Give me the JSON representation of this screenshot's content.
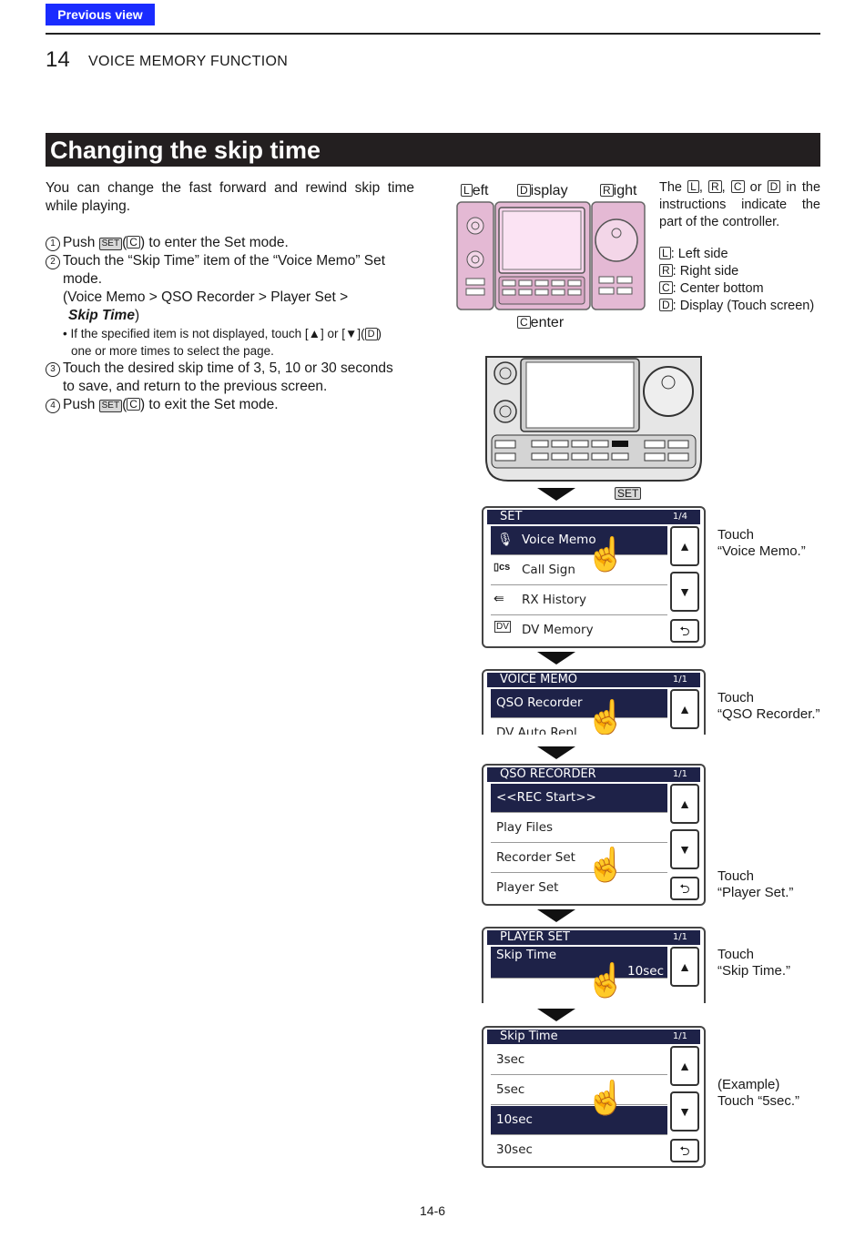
{
  "header": {
    "previous_view": "Previous view",
    "chapter_number": "14",
    "chapter_title": "VOICE MEMORY FUNCTION"
  },
  "section_title": "Changing the skip time",
  "intro": {
    "line1": "You can change the fast forward and rewind skip time",
    "line2": "while playing."
  },
  "steps": {
    "s1": {
      "num": "1",
      "pre": "Push ",
      "key": "SET",
      "mid": "(",
      "c": "C",
      "post": ") to enter the Set mode."
    },
    "s2": {
      "num": "2",
      "line1": "Touch the “Skip Time” item of the “Voice Memo” Set",
      "line2": "mode.",
      "line3": "(Voice Memo > QSO Recorder > Player Set >",
      "line4_bold": "Skip Time",
      "line4_end": ")"
    },
    "note": {
      "line1a": "• If the specified item is not displayed, touch [▲] or [▼](",
      "d": "D",
      "line1b": ")",
      "line2": "one or more times to select the page."
    },
    "s3": {
      "num": "3",
      "line1": "Touch the desired skip time of 3, 5, 10 or 30 seconds",
      "line2": "to save, and return to the previous screen."
    },
    "s4": {
      "num": "4",
      "pre": "Push ",
      "key": "SET",
      "mid": "(",
      "c": "C",
      "post": ") to exit the Set mode."
    }
  },
  "controller": {
    "left_key": "L",
    "left_rest": "eft",
    "display_key": "D",
    "display_rest": "isplay",
    "right_key": "R",
    "right_rest": "ight",
    "center_key": "C",
    "center_rest": "enter"
  },
  "legend": {
    "intro_pre": "The ",
    "l": "L",
    "r": "R",
    "c": "C",
    "d": "D",
    "intro_mid1": ", ",
    "intro_mid2": ", ",
    "intro_or": " or ",
    "intro_post": " in the",
    "line2": "instructions indicate the",
    "line3": "part of the controller.",
    "l_desc": ": Left side",
    "r_desc": ": Right side",
    "c_desc": ": Center bottom",
    "d_desc": ": Display (Touch screen)"
  },
  "set_key_label": "SET",
  "screens": {
    "set": {
      "title": "SET",
      "page": "1/4",
      "items": [
        "Voice Memo",
        "Call Sign",
        "RX History",
        "DV Memory"
      ]
    },
    "voice_memo": {
      "title": "VOICE MEMO",
      "page": "1/1",
      "items": [
        "QSO Recorder",
        "DV Auto Repl"
      ]
    },
    "qso_recorder": {
      "title": "QSO RECORDER",
      "page": "1/1",
      "items": [
        "<<REC Start>>",
        "Play Files",
        "Recorder Set",
        "Player Set"
      ]
    },
    "player_set": {
      "title": "PLAYER SET",
      "page": "1/1",
      "item": "Skip Time",
      "value": "10sec"
    },
    "skip_time": {
      "title": "Skip Time",
      "page": "1/1",
      "items": [
        "3sec",
        "5sec",
        "10sec",
        "30sec"
      ]
    }
  },
  "captions": {
    "c1a": "Touch",
    "c1b": "“Voice Memo.”",
    "c2a": "Touch",
    "c2b": "“QSO Recorder.”",
    "c3a": "Touch",
    "c3b": "“Player Set.”",
    "c4a": "Touch",
    "c4b": "“Skip Time.”",
    "c5a": "(Example)",
    "c5b": "Touch “5sec.”"
  },
  "icons": {
    "voice": "mic-icon",
    "call": "callsign-icon",
    "rx": "rx-history-icon",
    "dv": "dv-memory-icon",
    "hand": "hand-pointer-icon"
  },
  "footer": "14-6"
}
